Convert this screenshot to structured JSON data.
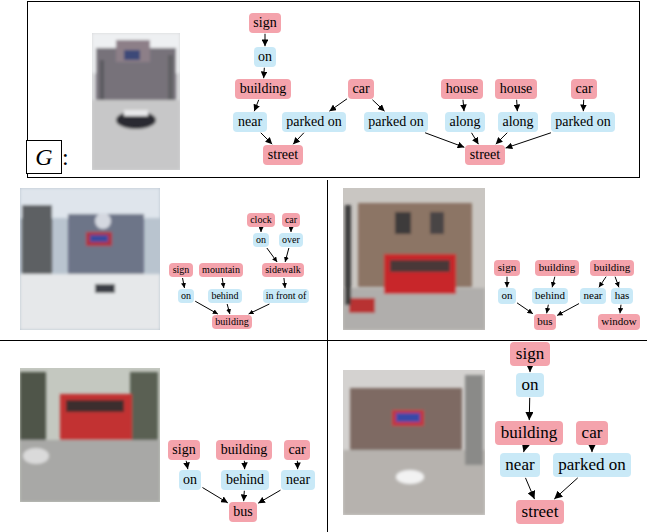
{
  "diagram": {
    "nodes": [
      {
        "text": [
          "G"
        ]
      },
      {
        "text": [
          "sign"
        ]
      },
      {
        "text": [
          "on"
        ]
      },
      {
        "text": [
          "building"
        ]
      },
      {
        "text": [
          "car"
        ]
      },
      {
        "text": [
          "house"
        ]
      },
      {
        "text": [
          "house"
        ]
      },
      {
        "text": [
          "car"
        ]
      },
      {
        "text": [
          "near"
        ]
      },
      {
        "text": [
          "parked on"
        ]
      },
      {
        "text": [
          "parked on"
        ]
      },
      {
        "text": [
          "along"
        ]
      },
      {
        "text": [
          "along"
        ]
      },
      {
        "text": [
          "parked on"
        ]
      },
      {
        "text": [
          "street"
        ]
      },
      {
        "text": [
          "street"
        ]
      },
      {
        "text": [
          "clock"
        ]
      },
      {
        "text": [
          "car"
        ]
      },
      {
        "text": [
          "on"
        ]
      },
      {
        "text": [
          "over"
        ]
      },
      {
        "text": [
          "sign"
        ]
      },
      {
        "text": [
          "mountain"
        ]
      },
      {
        "text": [
          "sidewalk"
        ]
      },
      {
        "text": [
          "on"
        ]
      },
      {
        "text": [
          "behind"
        ]
      },
      {
        "text": [
          "in front of"
        ]
      },
      {
        "text": [
          "building"
        ]
      },
      {
        "text": [
          "sign"
        ]
      },
      {
        "text": [
          "building"
        ]
      },
      {
        "text": [
          "building"
        ]
      },
      {
        "text": [
          "on"
        ]
      },
      {
        "text": [
          "behind"
        ]
      },
      {
        "text": [
          "near"
        ]
      },
      {
        "text": [
          "has"
        ]
      },
      {
        "text": [
          "bus"
        ]
      },
      {
        "text": [
          "window"
        ]
      },
      {
        "text": [
          "sign"
        ]
      },
      {
        "text": [
          "building"
        ]
      },
      {
        "text": [
          "car"
        ]
      },
      {
        "text": [
          "on"
        ]
      },
      {
        "text": [
          "behind"
        ]
      },
      {
        "text": [
          "near"
        ]
      },
      {
        "text": [
          "bus"
        ]
      },
      {
        "text": [
          "sign"
        ]
      },
      {
        "text": [
          "on"
        ]
      },
      {
        "text": [
          "building"
        ]
      },
      {
        "text": [
          "car"
        ]
      },
      {
        "text": [
          "near"
        ]
      },
      {
        "text": [
          "parked on"
        ]
      },
      {
        "text": [
          "street"
        ]
      }
    ],
    "edges": [
      {
        "from": 1,
        "to": 2,
        "arrow": "to"
      },
      {
        "from": 2,
        "to": 3,
        "arrow": "to"
      },
      {
        "from": 3,
        "to": 8,
        "arrow": "to"
      },
      {
        "from": 8,
        "to": 14,
        "arrow": "to"
      },
      {
        "from": 4,
        "to": 9,
        "arrow": "to"
      },
      {
        "from": 9,
        "to": 14,
        "arrow": "to"
      },
      {
        "from": 4,
        "to": 10,
        "arrow": "to"
      },
      {
        "from": 10,
        "to": 15,
        "arrow": "to"
      },
      {
        "from": 5,
        "to": 11,
        "arrow": "to"
      },
      {
        "from": 11,
        "to": 15,
        "arrow": "to"
      },
      {
        "from": 6,
        "to": 12,
        "arrow": "to"
      },
      {
        "from": 12,
        "to": 15,
        "arrow": "to"
      },
      {
        "from": 7,
        "to": 13,
        "arrow": "to"
      },
      {
        "from": 13,
        "to": 15,
        "arrow": "to"
      },
      {
        "from": 16,
        "to": 18,
        "arrow": "to"
      },
      {
        "from": 18,
        "to": 22,
        "arrow": "to"
      },
      {
        "from": 17,
        "to": 19,
        "arrow": "to"
      },
      {
        "from": 19,
        "to": 22,
        "arrow": "to"
      },
      {
        "from": 20,
        "to": 23,
        "arrow": "to"
      },
      {
        "from": 23,
        "to": 26,
        "arrow": "to"
      },
      {
        "from": 21,
        "to": 24,
        "arrow": "to"
      },
      {
        "from": 24,
        "to": 26,
        "arrow": "to"
      },
      {
        "from": 22,
        "to": 25,
        "arrow": "to"
      },
      {
        "from": 25,
        "to": 26,
        "arrow": "to"
      },
      {
        "from": 27,
        "to": 30,
        "arrow": "to"
      },
      {
        "from": 30,
        "to": 34,
        "arrow": "to"
      },
      {
        "from": 28,
        "to": 31,
        "arrow": "to"
      },
      {
        "from": 31,
        "to": 34,
        "arrow": "to"
      },
      {
        "from": 29,
        "to": 32,
        "arrow": "to"
      },
      {
        "from": 32,
        "to": 34,
        "arrow": "to"
      },
      {
        "from": 29,
        "to": 33,
        "arrow": "to"
      },
      {
        "from": 33,
        "to": 35,
        "arrow": "to"
      },
      {
        "from": 36,
        "to": 39,
        "arrow": "to"
      },
      {
        "from": 39,
        "to": 42,
        "arrow": "to"
      },
      {
        "from": 37,
        "to": 40,
        "arrow": "to"
      },
      {
        "from": 40,
        "to": 42,
        "arrow": "to"
      },
      {
        "from": 38,
        "to": 41,
        "arrow": "to"
      },
      {
        "from": 41,
        "to": 42,
        "arrow": "to"
      },
      {
        "from": 43,
        "to": 44,
        "arrow": "to"
      },
      {
        "from": 44,
        "to": 45,
        "arrow": "to"
      },
      {
        "from": 45,
        "to": 47,
        "arrow": "to"
      },
      {
        "from": 47,
        "to": 49,
        "arrow": "to"
      },
      {
        "from": 46,
        "to": 48,
        "arrow": "to"
      },
      {
        "from": 48,
        "to": 49,
        "arrow": "to"
      }
    ],
    "labels": [
      ":"
    ]
  }
}
